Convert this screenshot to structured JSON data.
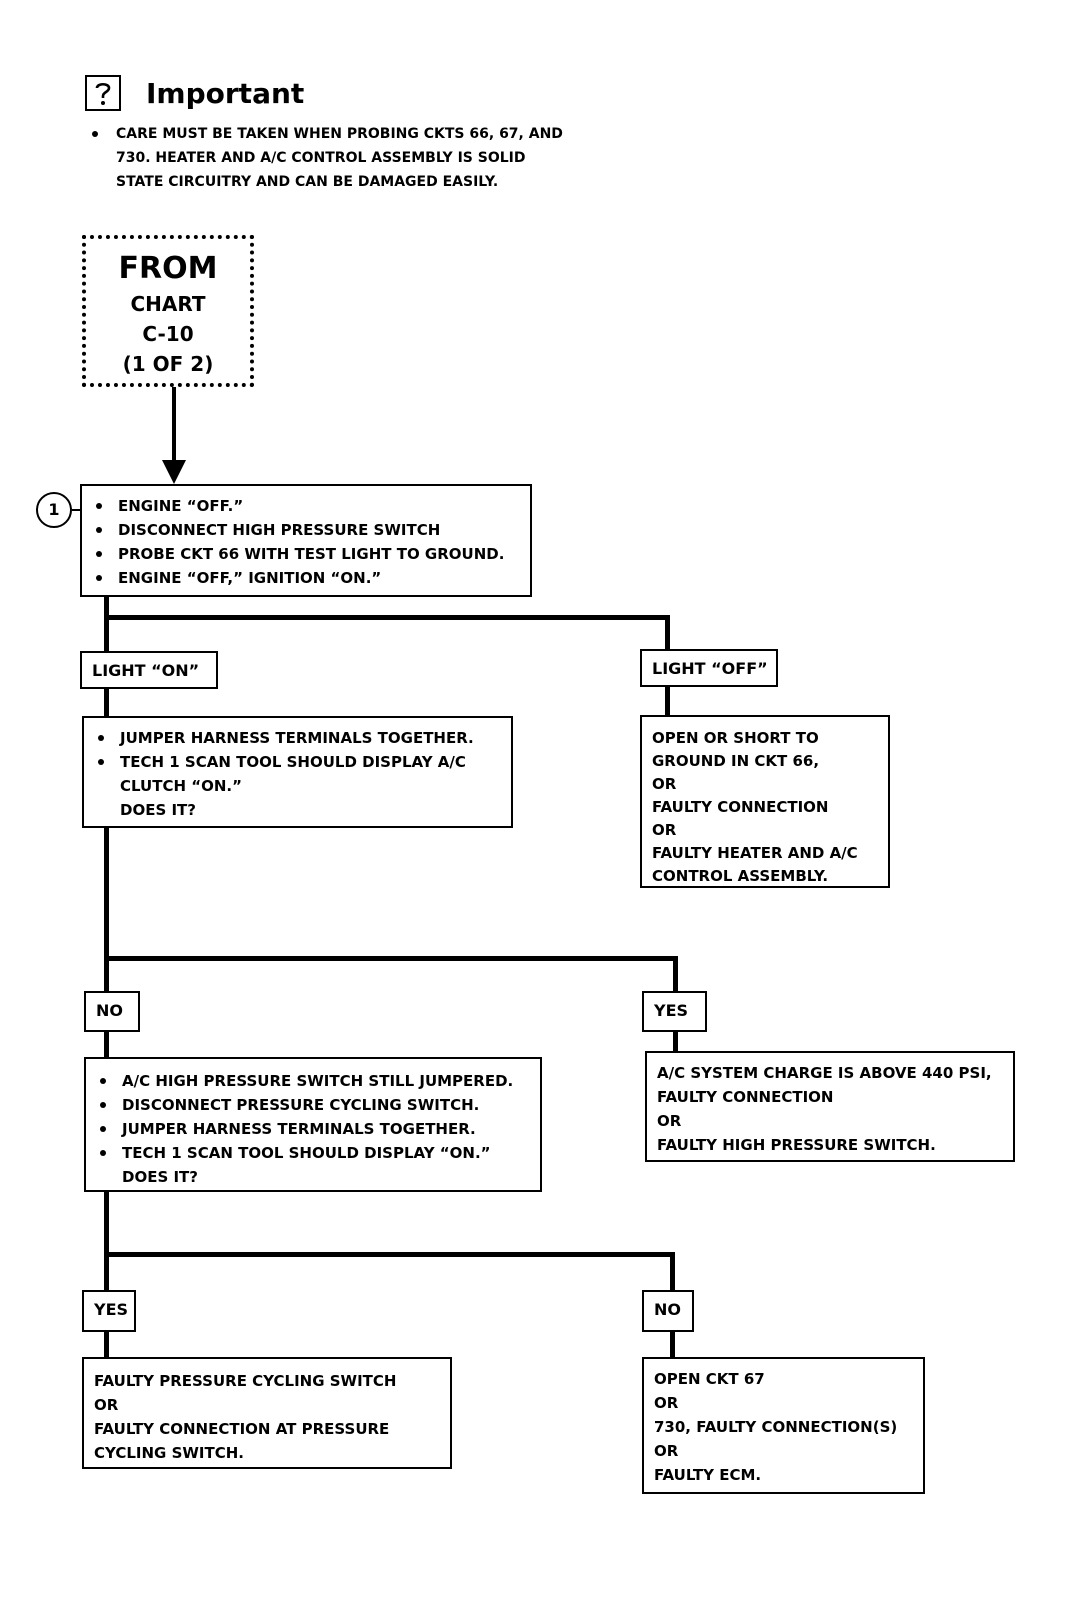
{
  "important": {
    "icon": "question-mark-icon",
    "title": "Important",
    "note_lines": [
      "CARE MUST BE TAKEN WHEN PROBING CKTS 66, 67, AND",
      "730.  HEATER AND A/C CONTROL ASSEMBLY IS SOLID",
      "STATE CIRCUITRY AND CAN BE DAMAGED EASILY."
    ]
  },
  "from_box": {
    "line1": "FROM",
    "line2": "CHART",
    "line3": "C-10",
    "line4": "(1 OF 2)"
  },
  "step_marker": "1",
  "step1": {
    "items": [
      "ENGINE “OFF.”",
      "DISCONNECT HIGH PRESSURE SWITCH",
      "PROBE CKT 66  WITH TEST LIGHT TO GROUND.",
      "ENGINE “OFF,” IGNITION “ON.”"
    ]
  },
  "branch1": {
    "left_label": "LIGHT “ON”",
    "right_label": "LIGHT “OFF”"
  },
  "step2": {
    "items": [
      "JUMPER HARNESS TERMINALS TOGETHER.",
      "TECH 1 SCAN TOOL SHOULD DISPLAY A/C"
    ],
    "continuation": [
      "CLUTCH “ON.”",
      "DOES IT?"
    ]
  },
  "result_light_off": {
    "lines": [
      "OPEN OR SHORT TO",
      "GROUND IN CKT 66,",
      "OR",
      "FAULTY CONNECTION",
      "OR",
      "FAULTY HEATER AND A/C",
      "CONTROL ASSEMBLY."
    ]
  },
  "branch2": {
    "left_label": "NO",
    "right_label": "YES"
  },
  "step3": {
    "items": [
      "A/C HIGH PRESSURE SWITCH STILL JUMPERED.",
      "DISCONNECT PRESSURE CYCLING SWITCH.",
      "JUMPER HARNESS TERMINALS TOGETHER.",
      "TECH 1 SCAN TOOL SHOULD DISPLAY “ON.”"
    ],
    "continuation": "DOES IT?"
  },
  "result_yes1": {
    "lines": [
      "A/C SYSTEM CHARGE IS ABOVE 440 PSI,",
      "FAULTY CONNECTION",
      "OR",
      "FAULTY HIGH PRESSURE SWITCH."
    ]
  },
  "branch3": {
    "left_label": "YES",
    "right_label": "NO"
  },
  "result_yes2": {
    "lines": [
      "FAULTY PRESSURE CYCLING SWITCH",
      "OR",
      "FAULTY CONNECTION AT PRESSURE",
      "CYCLING SWITCH."
    ]
  },
  "result_no2": {
    "lines": [
      "OPEN CKT 67",
      "OR",
      "730, FAULTY CONNECTION(S)",
      "OR",
      "FAULTY ECM."
    ]
  }
}
